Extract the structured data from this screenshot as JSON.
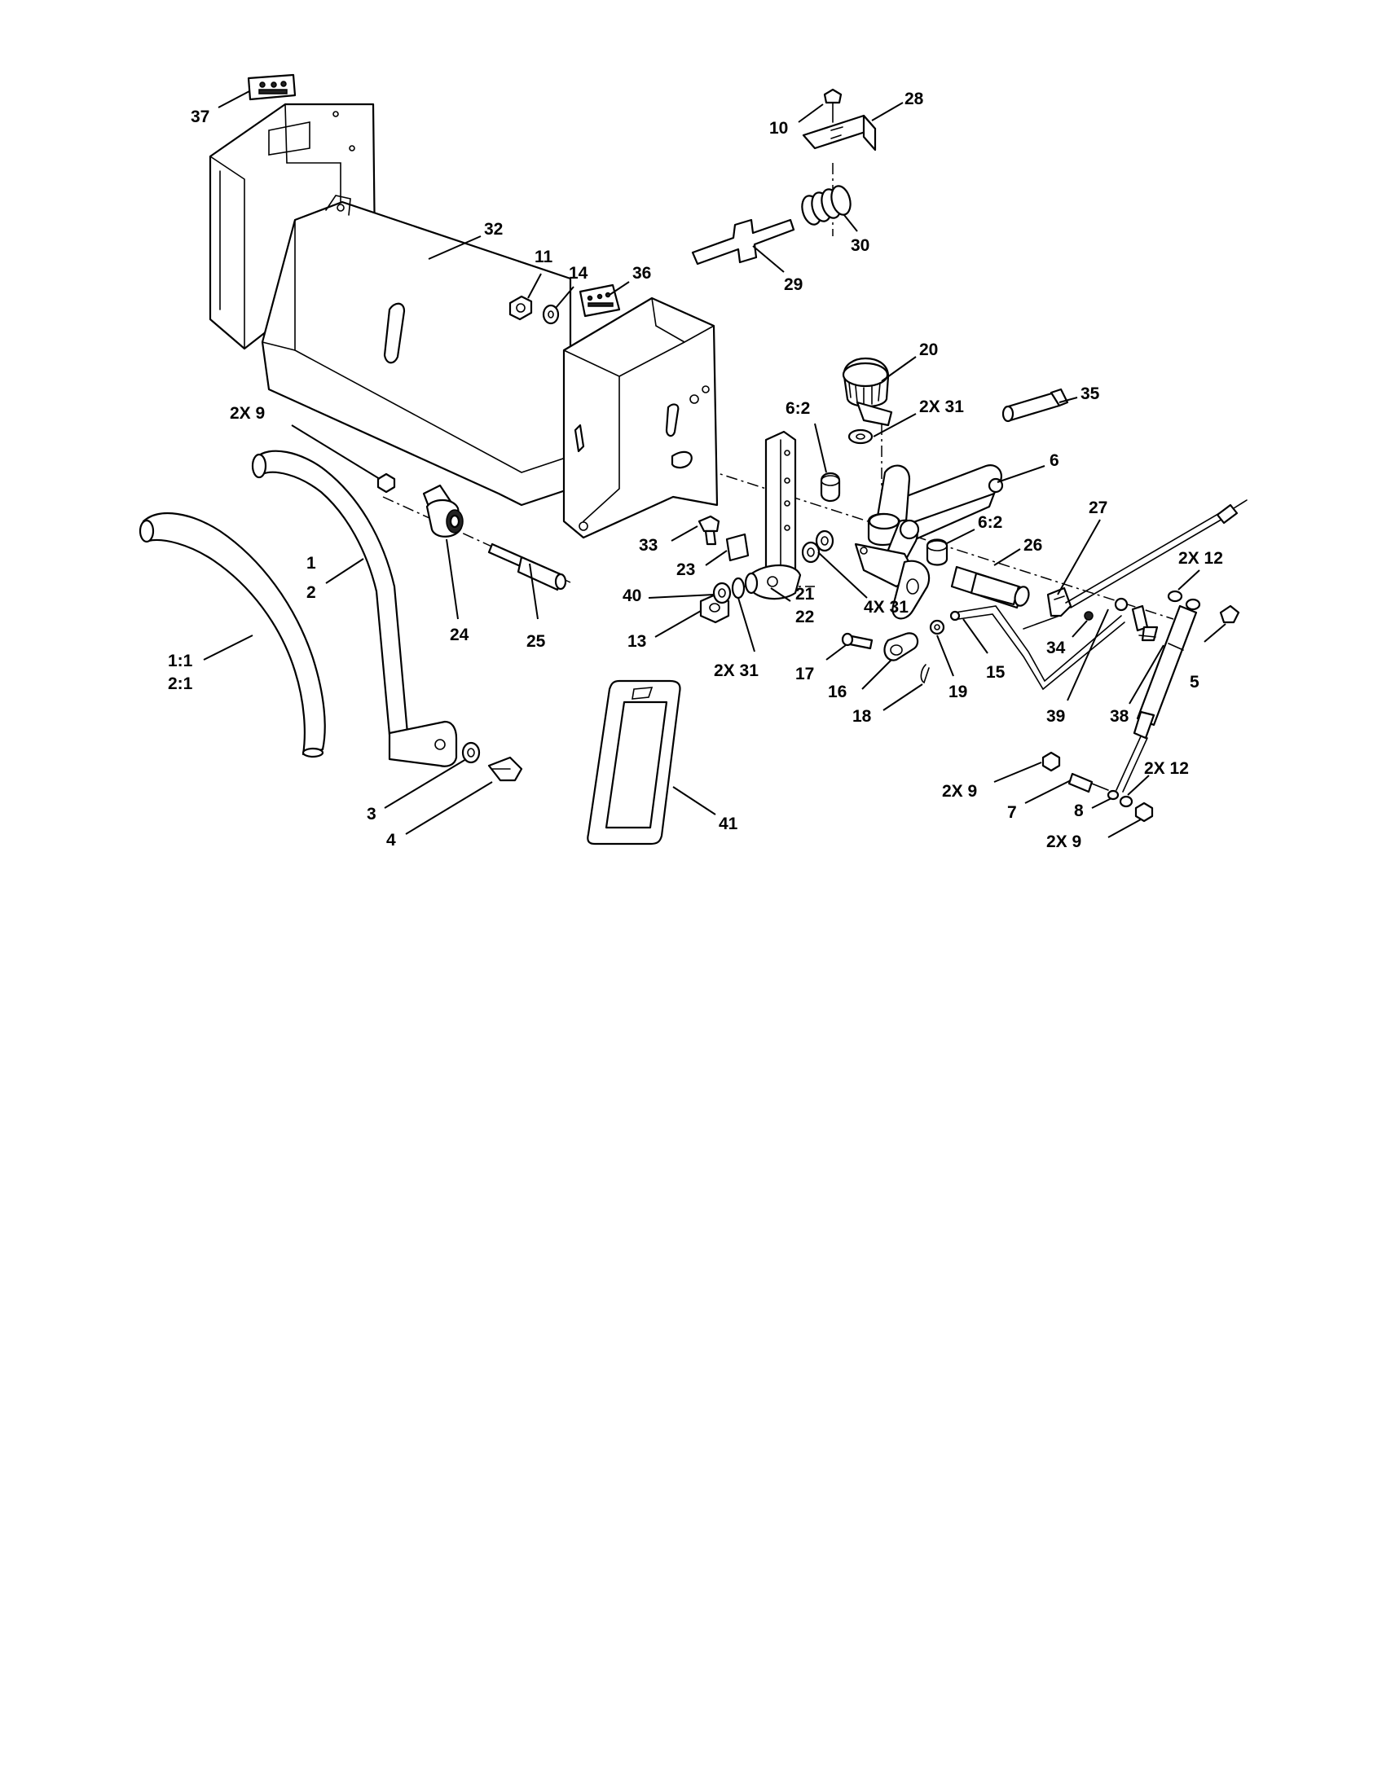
{
  "callouts": [
    {
      "id": "c37",
      "text": "37"
    },
    {
      "id": "c10",
      "text": "10"
    },
    {
      "id": "c28",
      "text": "28"
    },
    {
      "id": "c32",
      "text": "32"
    },
    {
      "id": "c30",
      "text": "30"
    },
    {
      "id": "c11",
      "text": "11"
    },
    {
      "id": "c14",
      "text": "14"
    },
    {
      "id": "c36",
      "text": "36"
    },
    {
      "id": "c29",
      "text": "29"
    },
    {
      "id": "c20",
      "text": "20"
    },
    {
      "id": "c35",
      "text": "35"
    },
    {
      "id": "c2x31a",
      "text": "2X 31"
    },
    {
      "id": "c6_2a",
      "text": "6:2"
    },
    {
      "id": "c2x9a",
      "text": "2X 9"
    },
    {
      "id": "c6",
      "text": "6"
    },
    {
      "id": "c27",
      "text": "27"
    },
    {
      "id": "c6_2b",
      "text": "6:2"
    },
    {
      "id": "c33",
      "text": "33"
    },
    {
      "id": "c26",
      "text": "26"
    },
    {
      "id": "c2x12a",
      "text": "2X 12"
    },
    {
      "id": "c23",
      "text": "23"
    },
    {
      "id": "c1",
      "text": "1"
    },
    {
      "id": "c2",
      "text": "2"
    },
    {
      "id": "c40",
      "text": "40"
    },
    {
      "id": "c21",
      "text": "21"
    },
    {
      "id": "c22",
      "text": "22"
    },
    {
      "id": "c4x31",
      "text": "4X 31"
    },
    {
      "id": "c13",
      "text": "13"
    },
    {
      "id": "c34",
      "text": "34"
    },
    {
      "id": "c24",
      "text": "24"
    },
    {
      "id": "c25",
      "text": "25"
    },
    {
      "id": "c17",
      "text": "17"
    },
    {
      "id": "c2x31b",
      "text": "2X 31"
    },
    {
      "id": "c15",
      "text": "15"
    },
    {
      "id": "c5",
      "text": "5"
    },
    {
      "id": "c1_1",
      "text": "1:1"
    },
    {
      "id": "c2_1",
      "text": "2:1"
    },
    {
      "id": "c16",
      "text": "16"
    },
    {
      "id": "c19",
      "text": "19"
    },
    {
      "id": "c39",
      "text": "39"
    },
    {
      "id": "c38",
      "text": "38"
    },
    {
      "id": "c18",
      "text": "18"
    },
    {
      "id": "c2x9b",
      "text": "2X  9"
    },
    {
      "id": "c2x12b",
      "text": "2X 12"
    },
    {
      "id": "c7",
      "text": "7"
    },
    {
      "id": "c8",
      "text": "8"
    },
    {
      "id": "c3",
      "text": "3"
    },
    {
      "id": "c41",
      "text": "41"
    },
    {
      "id": "c4",
      "text": "4"
    },
    {
      "id": "c2x9c",
      "text": "2X  9"
    }
  ]
}
